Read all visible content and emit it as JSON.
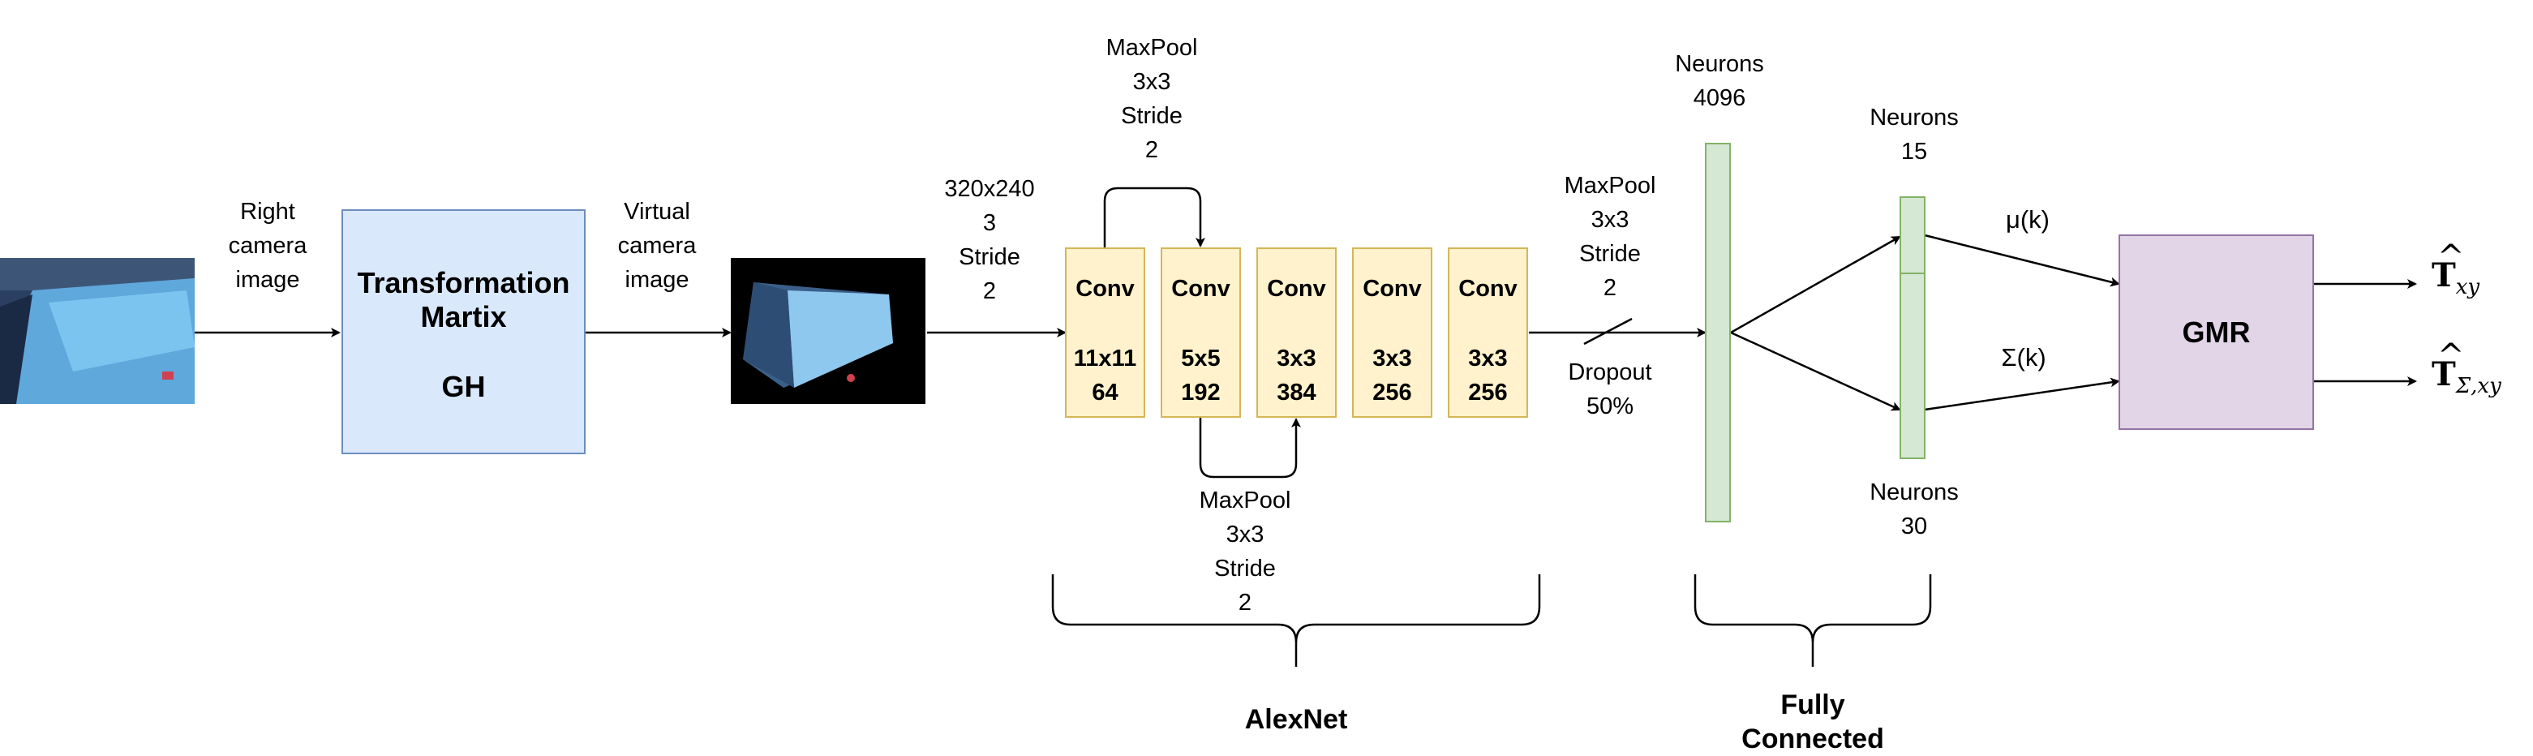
{
  "inputs": {
    "right_camera_label": [
      "Right",
      "camera",
      "image"
    ],
    "virtual_camera_label": [
      "Virtual",
      "camera",
      "image"
    ]
  },
  "transform": {
    "title": [
      "Transformation",
      "Martix"
    ],
    "sub": "GH"
  },
  "input_spec": [
    "320x240",
    "3",
    "Stride",
    "2"
  ],
  "convs": [
    {
      "title": "Conv",
      "spec": [
        "11x11",
        "64"
      ]
    },
    {
      "title": "Conv",
      "spec": [
        "5x5",
        "192"
      ]
    },
    {
      "title": "Conv",
      "spec": [
        "3x3",
        "384"
      ]
    },
    {
      "title": "Conv",
      "spec": [
        "3x3",
        "256"
      ]
    },
    {
      "title": "Conv",
      "spec": [
        "3x3",
        "256"
      ]
    }
  ],
  "maxpool_top": [
    "MaxPool",
    "3x3",
    "Stride",
    "2"
  ],
  "maxpool_bottom": [
    "MaxPool",
    "3x3",
    "Stride",
    "2"
  ],
  "maxpool_after": [
    "MaxPool",
    "3x3",
    "Stride",
    "2"
  ],
  "dropout": [
    "Dropout",
    "50%"
  ],
  "fc": {
    "neurons_4096": [
      "Neurons",
      "4096"
    ],
    "neurons_15": [
      "Neurons",
      "15"
    ],
    "neurons_30": [
      "Neurons",
      "30"
    ]
  },
  "mu_label": "μ(k)",
  "sigma_label": "Σ(k)",
  "gmr_label": "GMR",
  "outputs": {
    "t_xy_sub": "xy",
    "t_sigma_sub": "Σ,xy"
  },
  "groups": {
    "alexnet": "AlexNet",
    "fully_connected": [
      "Fully",
      "Connected"
    ]
  },
  "colors": {
    "transform_fill": "#dae8fc",
    "transform_border": "#6c8ebf",
    "conv_fill": "#fff2cc",
    "conv_border": "#d6b656",
    "fc_fill": "#d5e8d4",
    "fc_border": "#82b366",
    "gmr_fill": "#e1d5e7",
    "gmr_border": "#9673a6"
  }
}
